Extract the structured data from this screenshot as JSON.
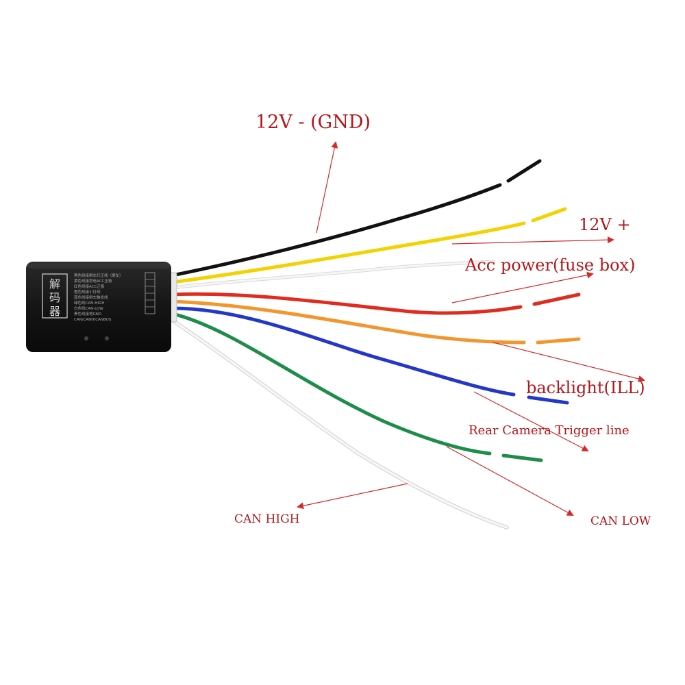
{
  "colors": {
    "label": "#b4161b",
    "arrow": "#d42a2a",
    "box": "#141414",
    "wire_black": "#111111",
    "wire_yellow": "#f2d200",
    "wire_white": "#f6f6f6",
    "wire_red": "#e02b1f",
    "wire_orange": "#f2962e",
    "wire_blue": "#2438c8",
    "wire_green": "#1e8d48"
  },
  "decoder": {
    "chars": [
      "解",
      "码",
      "器"
    ],
    "lines": [
      "黑色线接倒车灯正线（倒车）",
      "黄色线接常电ACC正极",
      "红色线接ACC正极",
      "橙色线接小灯线",
      "蓝色线接倒车触发线",
      "绿色线CAN-HIGH",
      "白色线CAN-LOW",
      "黑色线接地GND",
      "CAN/CANH/CANBUS"
    ]
  },
  "labels": {
    "gnd": "12V - (GND)",
    "plus": "12V +",
    "acc": "Acc power(fuse box)",
    "backlight": "backlight(ILL)",
    "rear": "Rear Camera Trigger line",
    "can_high": "CAN HIGH",
    "can_low": "CAN LOW"
  }
}
